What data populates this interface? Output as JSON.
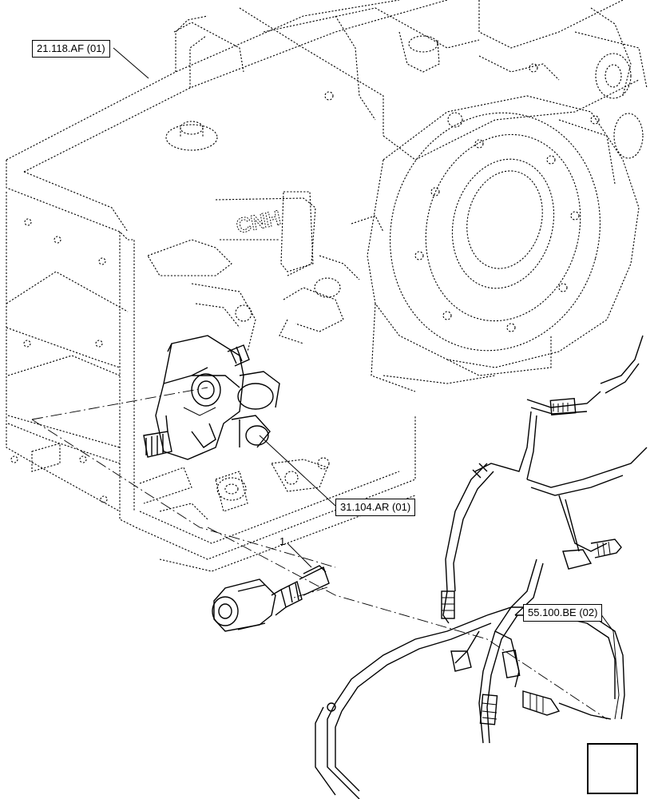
{
  "callouts": {
    "ref_gearbox": "21.118.AF (01)",
    "ref_pto_valve": "31.104.AR (01)",
    "ref_harness": "55.100.BE (02)",
    "item_sensor": "1"
  },
  "casting_text": "CNH",
  "nav": {
    "icon": "previous-arrow-icon"
  }
}
